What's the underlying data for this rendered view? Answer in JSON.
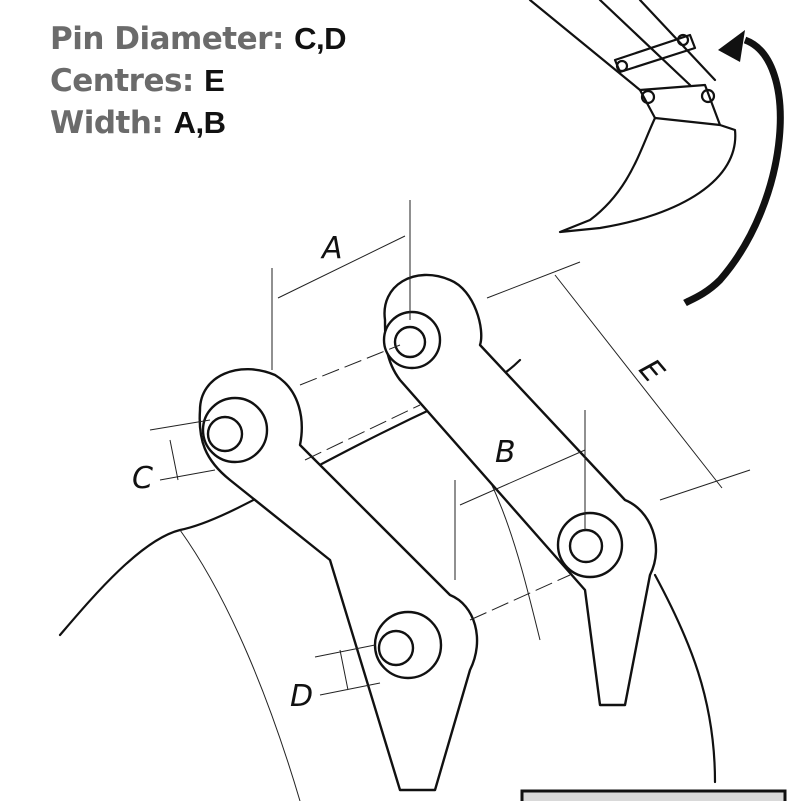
{
  "legend": [
    {
      "key": "Pin Diameter:",
      "value": "C,D"
    },
    {
      "key": "Centres:",
      "value": "E"
    },
    {
      "key": "Width:",
      "value": "A,B"
    }
  ],
  "dimension_labels": {
    "a": "A",
    "b": "B",
    "c": "C",
    "d": "D",
    "e": "E"
  },
  "colors": {
    "label_gray": "#6b6b6b",
    "line": "#111111",
    "box_fill": "#d9d9d9"
  }
}
